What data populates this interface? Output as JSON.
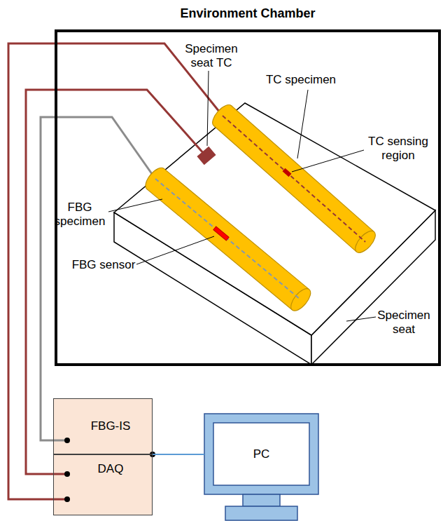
{
  "diagram": {
    "nodes": [
      {
        "text": [
          "Environment Chamber"
        ]
      },
      {
        "text": [
          "FBG-IS"
        ]
      },
      {
        "text": [
          "DAQ"
        ]
      },
      {
        "text": [
          "PC"
        ]
      }
    ],
    "edges": [
      {
        "from": 1,
        "to": 3,
        "arrow": "none"
      },
      {
        "from": 2,
        "to": 3,
        "arrow": "none"
      }
    ],
    "labels": [
      "Specimen seat TC",
      "TC specimen",
      "TC sensing region",
      "FBG specimen",
      "FBG sensor",
      "Specimen seat"
    ]
  }
}
